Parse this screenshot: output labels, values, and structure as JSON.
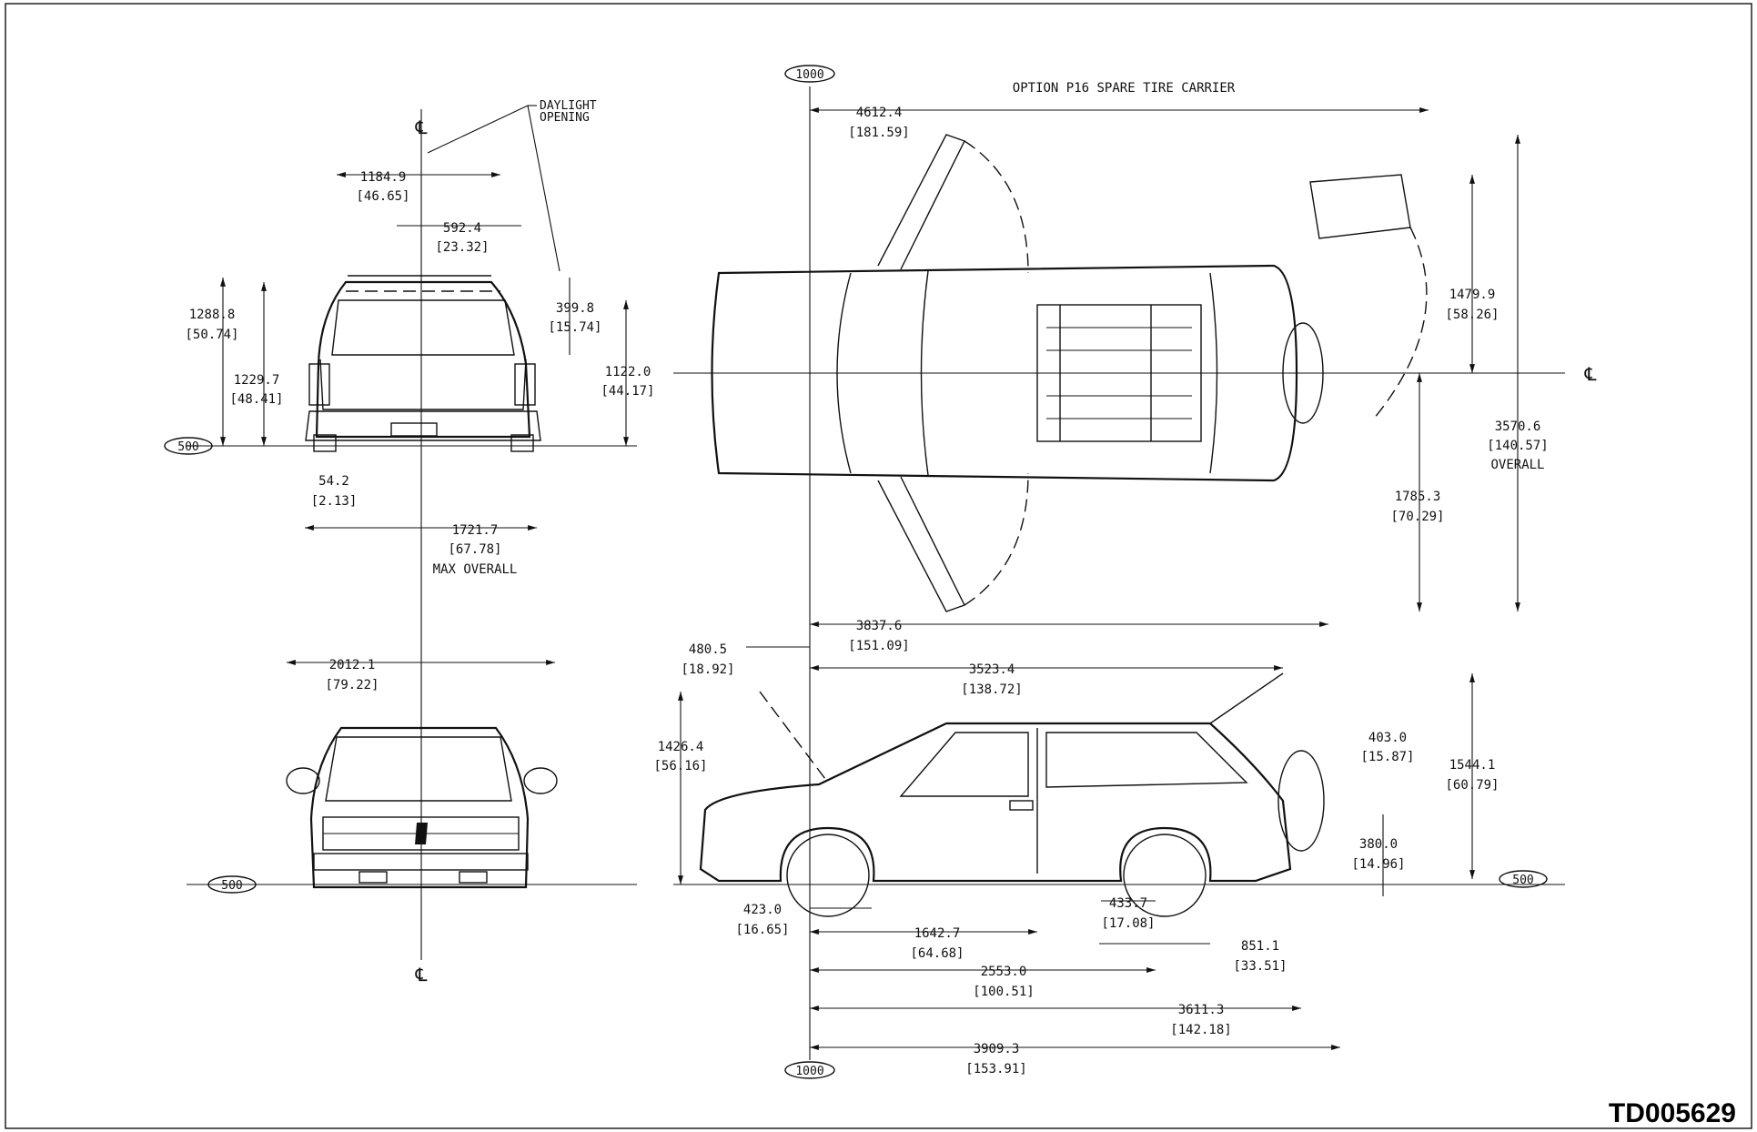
{
  "title_note": "OPTION P16  SPARE TIRE CARRIER",
  "daylight": [
    "DAYLIGHT",
    "OPENING"
  ],
  "cl": "℄",
  "datums": {
    "d1000": "1000",
    "d500": "500"
  },
  "drawing_code": "TD005629",
  "dims": {
    "a1184": [
      "1184.9",
      "[46.65]"
    ],
    "a592": [
      "592.4",
      "[23.32]"
    ],
    "a399": [
      "399.8",
      "[15.74]"
    ],
    "a1288": [
      "1288.8",
      "[50.74]"
    ],
    "a1229": [
      "1229.7",
      "[48.41]"
    ],
    "a1122": [
      "1122.0",
      "[44.17]"
    ],
    "a54": [
      "54.2",
      "[2.13]"
    ],
    "a1721": [
      "1721.7",
      "[67.78]",
      "MAX OVERALL"
    ],
    "a2012": [
      "2012.1",
      "[79.22]"
    ],
    "a4612": [
      "4612.4",
      "[181.59]"
    ],
    "a1479": [
      "1479.9",
      "[58.26]"
    ],
    "a3570": [
      "3570.6",
      "[140.57]",
      "OVERALL"
    ],
    "a1785": [
      "1785.3",
      "[70.29]"
    ],
    "a3837": [
      "3837.6",
      "[151.09]"
    ],
    "a480": [
      "480.5",
      "[18.92]"
    ],
    "a3523": [
      "3523.4",
      "[138.72]"
    ],
    "a1426": [
      "1426.4",
      "[56.16]"
    ],
    "a403": [
      "403.0",
      "[15.87]"
    ],
    "a1544": [
      "1544.1",
      "[60.79]"
    ],
    "a380": [
      "380.0",
      "[14.96]"
    ],
    "a423": [
      "423.0",
      "[16.65]"
    ],
    "a433": [
      "433.7",
      "[17.08]"
    ],
    "a851": [
      "851.1",
      "[33.51]"
    ],
    "a1642": [
      "1642.7",
      "[64.68]"
    ],
    "a2553": [
      "2553.0",
      "[100.51]"
    ],
    "a3611": [
      "3611.3",
      "[142.18]"
    ],
    "a3909": [
      "3909.3",
      "[153.91]"
    ]
  }
}
